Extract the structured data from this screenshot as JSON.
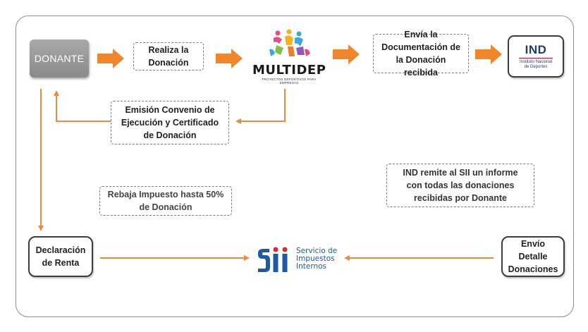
{
  "nodes": {
    "donante": "DONANTE",
    "realiza": "Realiza la Donación",
    "multidep": "MULTIDEP",
    "multidep_sub": "PROYECTOS DEPORTIVOS PARA EMPRESAS",
    "envia": "Envía la Documentación de la Donación recibida",
    "ind_title": "IND",
    "ind_sub": "Instituto Nacional de Deportes",
    "emision": "Emisión Convenio de Ejecución y Certificado de Donación",
    "rebaja": "Rebaja Impuesto hasta 50% de Donación",
    "ind_remite": "IND remite al SII un informe con todas las donaciones recibidas por Donante",
    "declaracion": "Declaración de Renta",
    "envio": "Envío Detalle Donaciones",
    "sii_line1": "Servicio de",
    "sii_line2": "Impuestos",
    "sii_line3": "Internos"
  },
  "colors": {
    "arrow_orange": "#f0862c",
    "line_orange": "#ef8a3c",
    "sii_blue": "#1d5aa3",
    "ind_blue": "#1f3d6b",
    "donante_gray": "#999999"
  }
}
